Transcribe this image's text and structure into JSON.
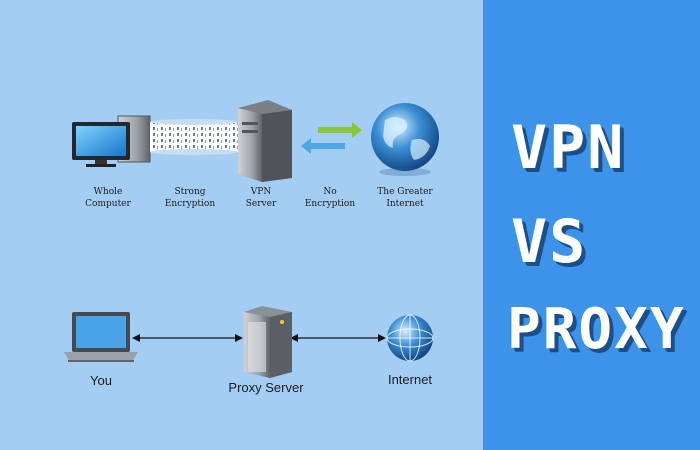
{
  "vpn_row": {
    "labels": {
      "computer": [
        "Whole",
        "Computer"
      ],
      "encryption": [
        "Strong",
        "Encryption"
      ],
      "vpn_server": [
        "VPN",
        "Server"
      ],
      "no_encryption": [
        "No",
        "Encryption"
      ],
      "internet": [
        "The Greater",
        "Internet"
      ]
    },
    "arrow_colors": {
      "right": "#8cc43c",
      "left": "#4fa7e8"
    }
  },
  "proxy_row": {
    "you": "You",
    "proxy_server": "Proxy Server",
    "internet": "Internet"
  },
  "title": {
    "line1": "VPN",
    "line2": "VS",
    "line3": "PROXY"
  },
  "colors": {
    "left_bg": "#a4cdf4",
    "right_bg": "#3d92ea",
    "title_text": "#ffffff"
  }
}
